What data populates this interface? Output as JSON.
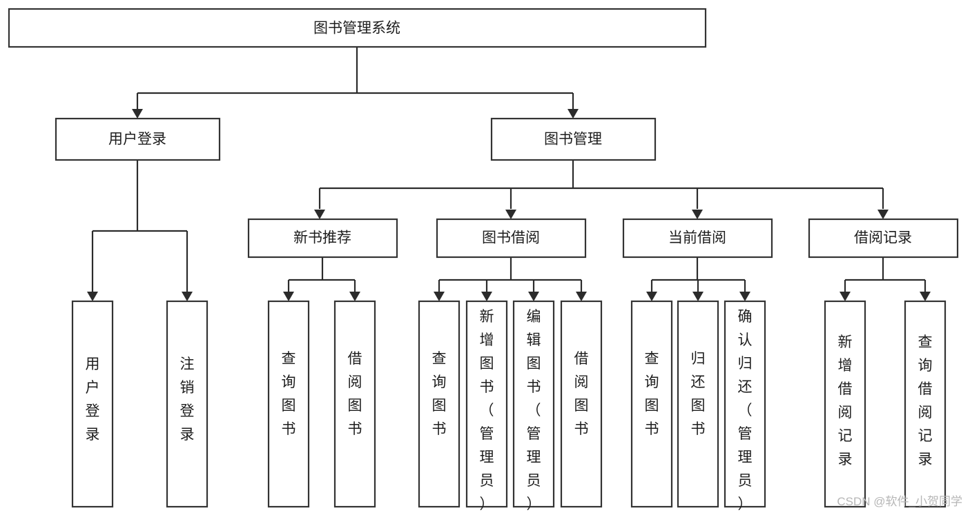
{
  "diagram": {
    "type": "tree-hierarchy",
    "title": "图书管理系统",
    "levels": 4,
    "root": {
      "id": "root",
      "label": "图书管理系统"
    },
    "level2": [
      {
        "id": "user-login",
        "label": "用户登录"
      },
      {
        "id": "book-manage",
        "label": "图书管理"
      }
    ],
    "level3": [
      {
        "id": "new-book-rec",
        "label": "新书推荐",
        "parent": "book-manage"
      },
      {
        "id": "book-borrow",
        "label": "图书借阅",
        "parent": "book-manage"
      },
      {
        "id": "current-borrow",
        "label": "当前借阅",
        "parent": "book-manage"
      },
      {
        "id": "borrow-record",
        "label": "借阅记录",
        "parent": "book-manage"
      }
    ],
    "leaves": [
      {
        "id": "leaf-user-login",
        "label": "用户登录",
        "parent": "user-login"
      },
      {
        "id": "leaf-logout-login",
        "label": "注销登录",
        "parent": "user-login"
      },
      {
        "id": "leaf-query-book-1",
        "label": "查询图书",
        "parent": "new-book-rec"
      },
      {
        "id": "leaf-borrow-book-1",
        "label": "借阅图书",
        "parent": "new-book-rec"
      },
      {
        "id": "leaf-query-book-2",
        "label": "查询图书",
        "parent": "book-borrow"
      },
      {
        "id": "leaf-add-book",
        "label": "新增图书（管理员）",
        "parent": "book-borrow"
      },
      {
        "id": "leaf-edit-book",
        "label": "编辑图书（管理员）",
        "parent": "book-borrow"
      },
      {
        "id": "leaf-borrow-book-2",
        "label": "借阅图书",
        "parent": "book-borrow"
      },
      {
        "id": "leaf-query-book-3",
        "label": "查询图书",
        "parent": "current-borrow"
      },
      {
        "id": "leaf-return-book",
        "label": "归还图书",
        "parent": "current-borrow"
      },
      {
        "id": "leaf-confirm-return",
        "label": "确认归还（管理员）",
        "parent": "current-borrow"
      },
      {
        "id": "leaf-add-record",
        "label": "新增借阅记录",
        "parent": "borrow-record"
      },
      {
        "id": "leaf-query-record",
        "label": "查询借阅记录",
        "parent": "borrow-record"
      }
    ],
    "colors": {
      "box_fill": "#ffffff",
      "box_stroke": "#333333",
      "connector": "#2b2b2b",
      "text": "#1d1d1d",
      "watermark": "#b6b6b6",
      "background": "#ffffff"
    }
  },
  "watermark": {
    "text": "CSDN @软件_小贺同学"
  }
}
